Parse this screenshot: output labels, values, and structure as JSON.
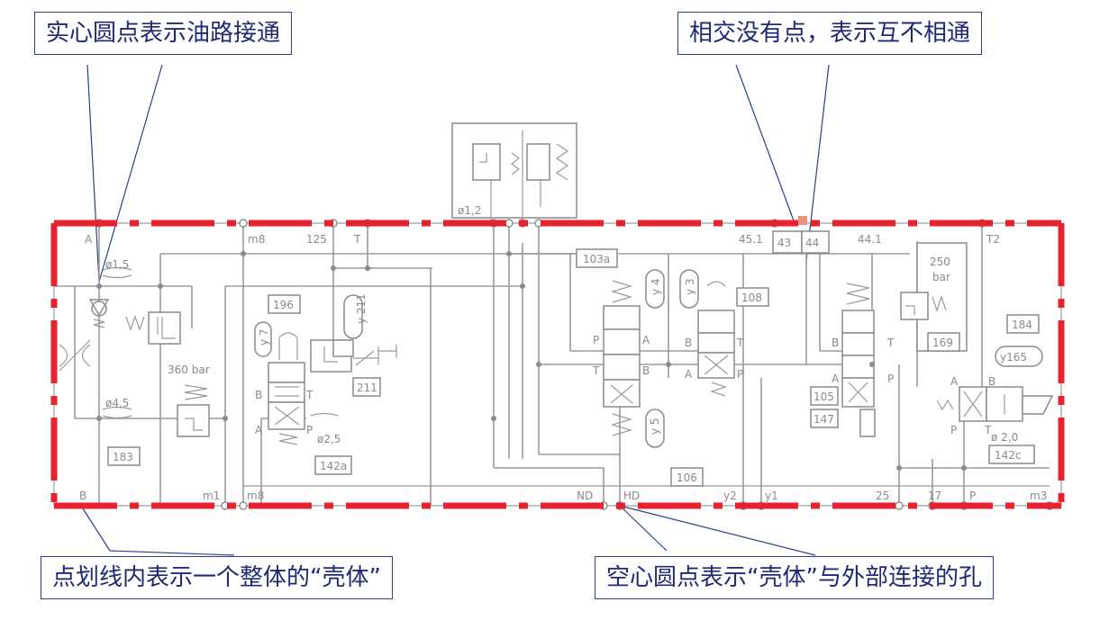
{
  "callouts": {
    "top_left": "实心圆点表示油路接通",
    "top_right": "相交没有点，表示互不相通",
    "bottom_left": "点划线内表示一个整体的“壳体”",
    "bottom_right": "空心圆点表示“壳体”与外部连接的孔"
  },
  "ports_top": {
    "a": "A",
    "m8": "m8",
    "p125": "125",
    "t": "T",
    "p451": "45.1",
    "p43": "43",
    "p44": "44",
    "p441": "44.1",
    "t2": "T2"
  },
  "ports_bottom": {
    "b": "B",
    "m1": "m1",
    "m8": "m8",
    "nd": "ND",
    "hd": "HD",
    "y2": "y2",
    "y1": "y1",
    "p25": "25",
    "p17": "17",
    "p": "P",
    "m3": "m3"
  },
  "labels": {
    "orifice_1_5": "ø1,5",
    "orifice_4_5": "ø4,5",
    "orifice_2_5": "ø2,5",
    "orifice_2_0": "ø 2,0",
    "orifice_1_2": "ø1,2",
    "pressure_360": "360 bar",
    "pressure_250": "250",
    "pressure_250_unit": "bar",
    "box_183": "183",
    "box_196": "196",
    "box_211": "211",
    "box_142a": "142a",
    "box_103a": "103a",
    "box_108": "108",
    "box_106": "106",
    "box_105": "105",
    "box_147": "147",
    "box_169": "169",
    "box_184": "184",
    "box_142c": "142c",
    "oval_y165": "y165",
    "oval_y211": "y 211",
    "oval_y7": "y 7",
    "oval_y4": "y 4",
    "oval_y3": "y 3",
    "oval_y5": "y 5",
    "valve_p": "P",
    "valve_t": "T",
    "valve_a": "A",
    "valve_b": "B"
  },
  "colors": {
    "callout_text": "#1f2a75",
    "callout_border": "#2d3f8c",
    "housing_dash": "#e8212e",
    "schematic_line": "#9a9a9a",
    "highlight": "#e8947a"
  }
}
